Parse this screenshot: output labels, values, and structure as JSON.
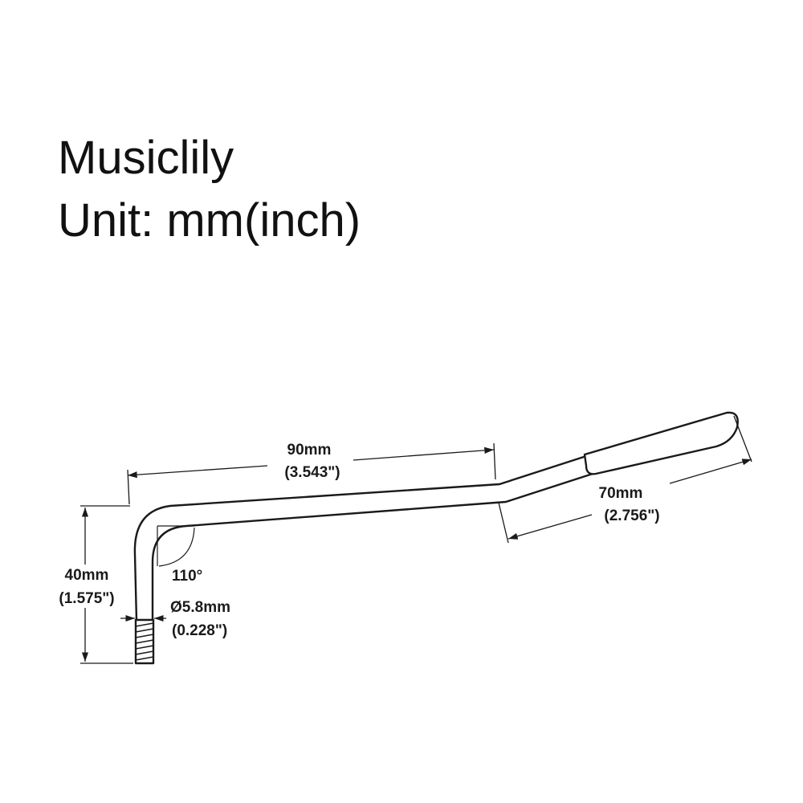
{
  "header": {
    "brand": "Musiclily",
    "unit": "Unit: mm(inch)"
  },
  "dimensions": {
    "arm_length": {
      "mm": "90mm",
      "inch": "(3.543\")"
    },
    "tip_length": {
      "mm": "70mm",
      "inch": "(2.756\")"
    },
    "height": {
      "mm": "40mm",
      "inch": "(1.575\")"
    },
    "angle": "110°",
    "diameter": {
      "mm": "Ø5.8mm",
      "inch": "(0.228\")"
    }
  },
  "colors": {
    "line": "#1a1a1a",
    "background": "#ffffff"
  }
}
